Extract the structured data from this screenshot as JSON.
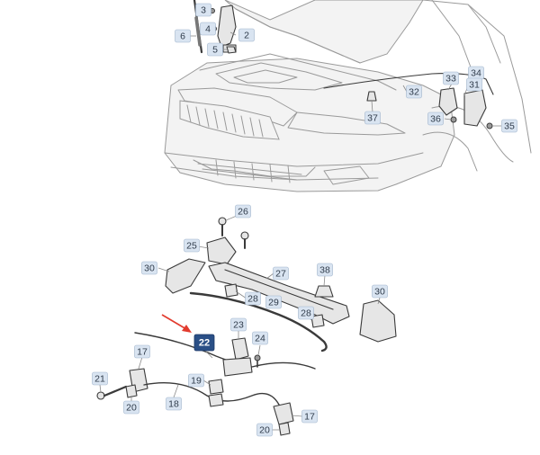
{
  "callouts": [
    {
      "id": "c1",
      "label": "3"
    },
    {
      "id": "c2",
      "label": "4"
    },
    {
      "id": "c3",
      "label": "2"
    },
    {
      "id": "c4",
      "label": "6"
    },
    {
      "id": "c5",
      "label": "5"
    },
    {
      "id": "c6",
      "label": "33"
    },
    {
      "id": "c7",
      "label": "34"
    },
    {
      "id": "c8",
      "label": "31"
    },
    {
      "id": "c9",
      "label": "32"
    },
    {
      "id": "c10",
      "label": "37"
    },
    {
      "id": "c11",
      "label": "36"
    },
    {
      "id": "c12",
      "label": "35"
    },
    {
      "id": "c13",
      "label": "26"
    },
    {
      "id": "c14",
      "label": "25"
    },
    {
      "id": "c15",
      "label": "30"
    },
    {
      "id": "c16",
      "label": "27"
    },
    {
      "id": "c17",
      "label": "38"
    },
    {
      "id": "c18",
      "label": "28"
    },
    {
      "id": "c19",
      "label": "29"
    },
    {
      "id": "c20",
      "label": "28"
    },
    {
      "id": "c21",
      "label": "30"
    },
    {
      "id": "c22",
      "label": "22"
    },
    {
      "id": "c23",
      "label": "23"
    },
    {
      "id": "c24",
      "label": "24"
    },
    {
      "id": "c25",
      "label": "17"
    },
    {
      "id": "c26",
      "label": "21"
    },
    {
      "id": "c27",
      "label": "19"
    },
    {
      "id": "c28",
      "label": "20"
    },
    {
      "id": "c29",
      "label": "18"
    },
    {
      "id": "c30",
      "label": "17"
    },
    {
      "id": "c31",
      "label": "20"
    }
  ],
  "highlighted_callout": "22",
  "colors": {
    "callout_fill": "#d9e4f1",
    "callout_highlight_fill": "#2a4f86",
    "arrow": "#e23b2e"
  }
}
